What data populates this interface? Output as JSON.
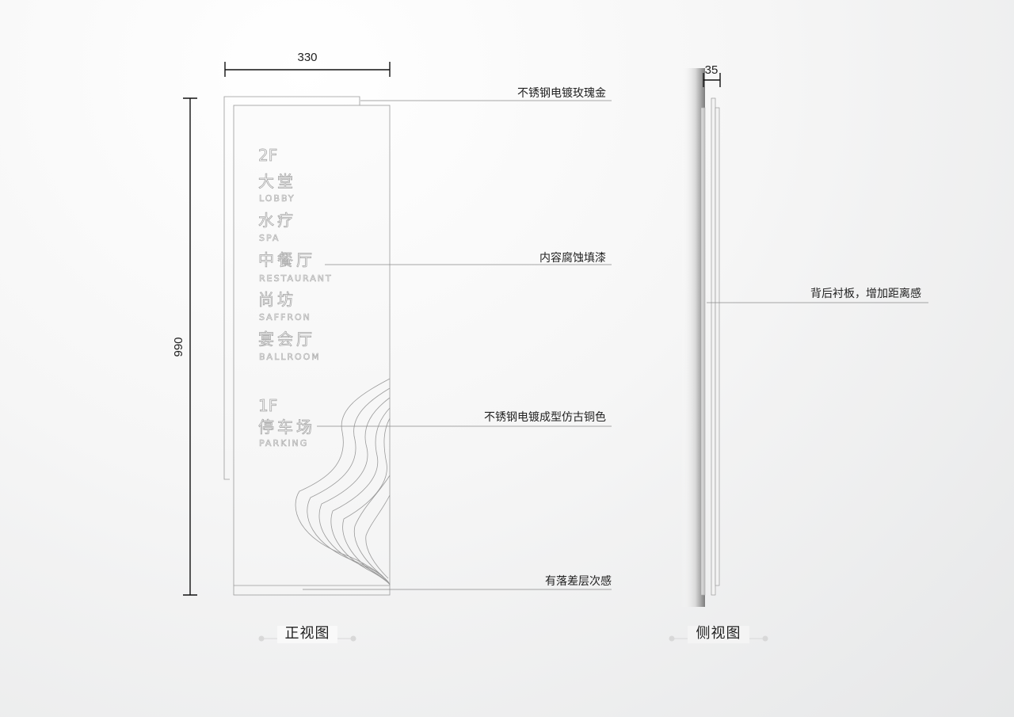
{
  "dimensions": {
    "width": "330",
    "height": "990",
    "depth": "35"
  },
  "sign": {
    "floors": [
      {
        "floor": "2F",
        "items": [
          {
            "cn": "大堂",
            "en": "LOBBY"
          },
          {
            "cn": "水疗",
            "en": "SPA"
          },
          {
            "cn": "中餐厅",
            "en": "RESTAURANT"
          },
          {
            "cn": "尚坊",
            "en": "SAFFRON"
          },
          {
            "cn": "宴会厅",
            "en": "BALLROOM"
          }
        ]
      },
      {
        "floor": "1F",
        "items": [
          {
            "cn": "停车场",
            "en": "PARKING"
          }
        ]
      }
    ]
  },
  "annotations": {
    "front": [
      "不锈钢电镀玫瑰金",
      "内容腐蚀填漆",
      "不锈钢电镀成型仿古铜色",
      "有落差层次感"
    ],
    "side": "背后衬板，增加距离感"
  },
  "captions": {
    "front": "正视图",
    "side": "侧视图"
  }
}
